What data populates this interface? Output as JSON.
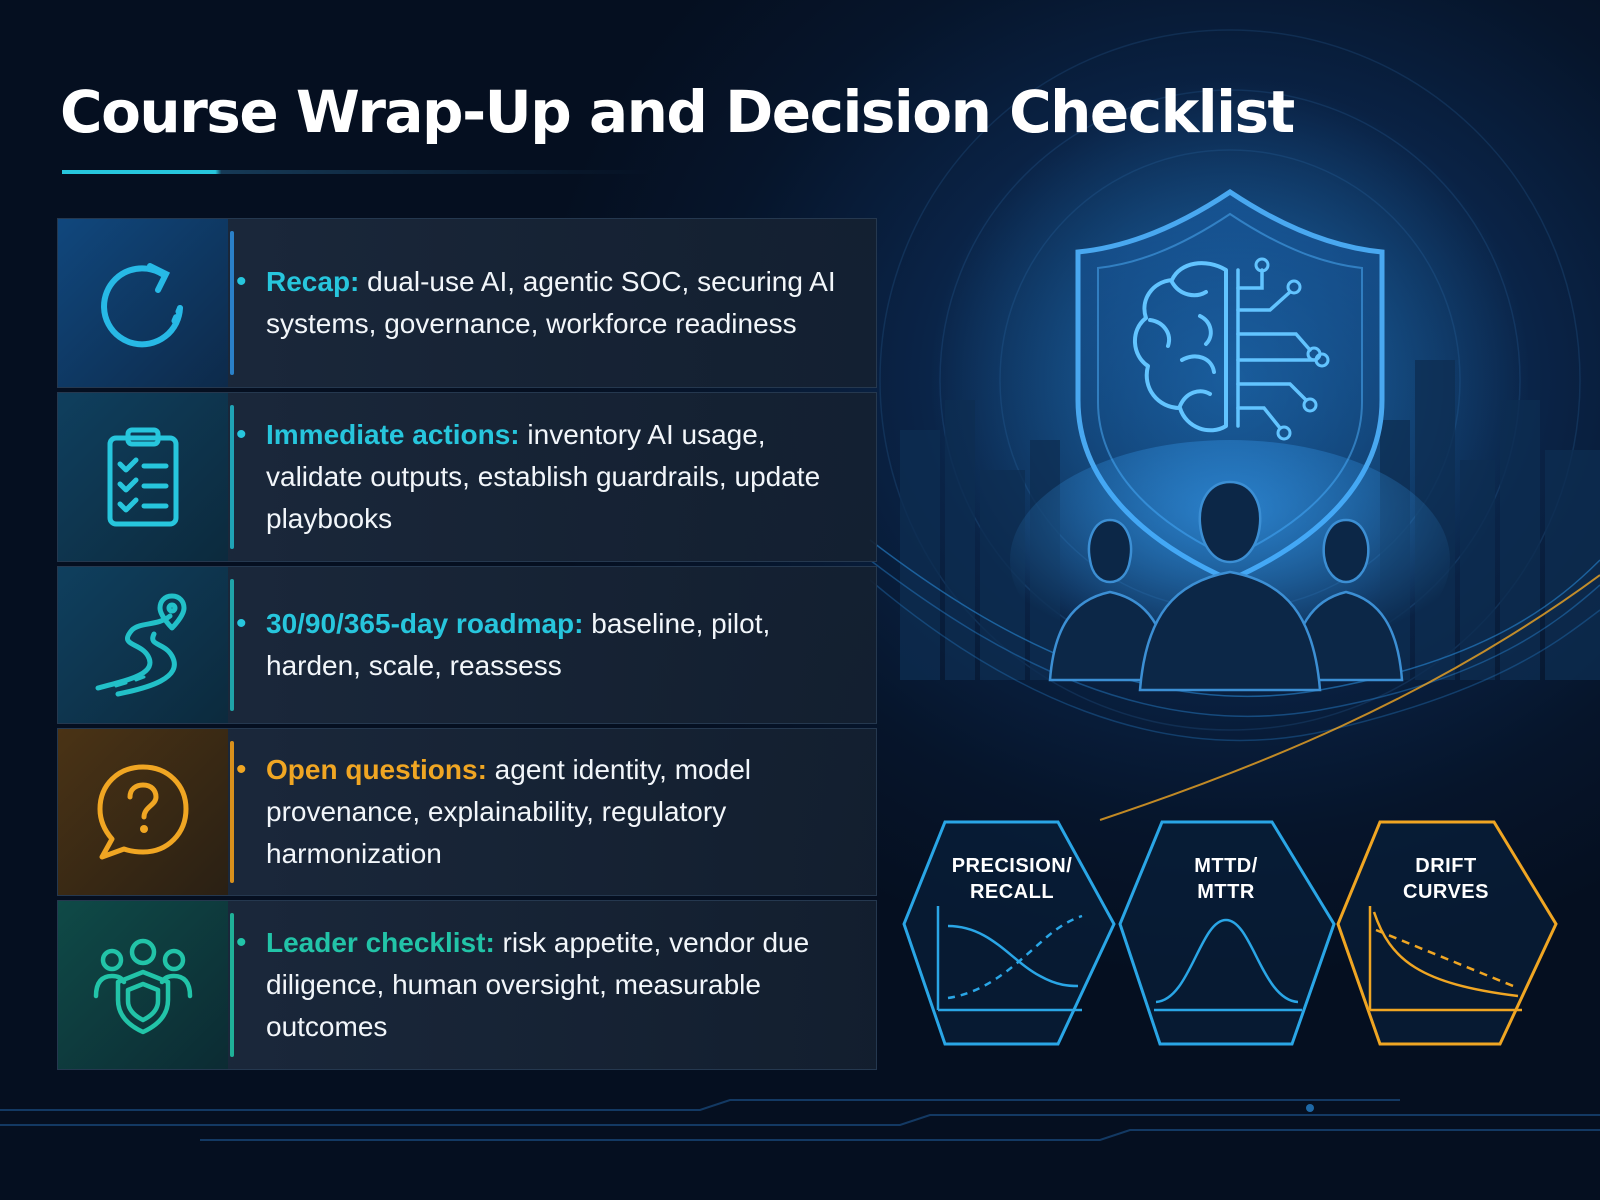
{
  "page": {
    "title": "Course Wrap-Up and Decision Checklist"
  },
  "colors": {
    "accent_cyan": "#27c6dd",
    "accent_blue": "#2a9be0",
    "accent_amber": "#f0a623",
    "accent_green": "#22c4a8",
    "background": "#061a33"
  },
  "items": [
    {
      "icon": "refresh-cycle-icon",
      "key": "Recap:",
      "text": " dual-use AI, agentic SOC, securing AI systems, governance, workforce readiness"
    },
    {
      "icon": "clipboard-checklist-icon",
      "key": "Immediate actions:",
      "text": " inventory AI usage, validate outputs, establish guardrails, update playbooks"
    },
    {
      "icon": "roadmap-pin-icon",
      "key": "30/90/365-day roadmap:",
      "text": " baseline, pilot, harden, scale, reassess"
    },
    {
      "icon": "question-bubble-icon",
      "key": "Open questions:",
      "text": " agent identity, model provenance, explainability, regulatory harmonization"
    },
    {
      "icon": "team-shield-icon",
      "key": "Leader checklist:",
      "text": " risk appetite, vendor due diligence, human oversight, measurable outcomes"
    }
  ],
  "hero": {
    "icon": "shield-brain-circuit-icon"
  },
  "metrics": [
    {
      "line1": "PRECISION/",
      "line2": "RECALL",
      "icon": "precision-recall-curve-icon",
      "color": "#2aa6e6"
    },
    {
      "line1": "MTTD/",
      "line2": "MTTR",
      "icon": "bell-curve-icon",
      "color": "#2aa6e6"
    },
    {
      "line1": "DRIFT",
      "line2": "CURVES",
      "icon": "drift-curve-icon",
      "color": "#f0a623"
    }
  ]
}
